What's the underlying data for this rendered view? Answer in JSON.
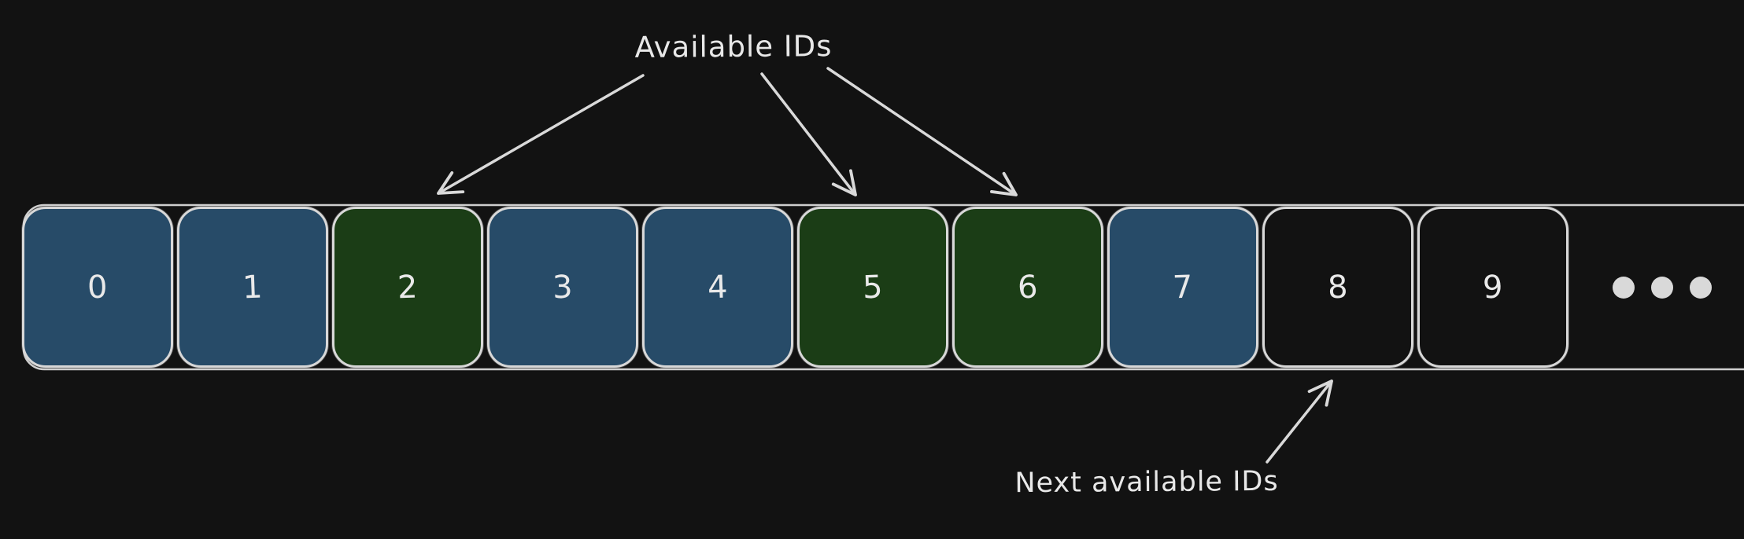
{
  "canvas": {
    "background": "#121212"
  },
  "labels": {
    "available": "Available IDs",
    "next_available": "Next available IDs"
  },
  "cells": [
    {
      "id": "0",
      "fill": "blue"
    },
    {
      "id": "1",
      "fill": "blue"
    },
    {
      "id": "2",
      "fill": "green"
    },
    {
      "id": "3",
      "fill": "blue"
    },
    {
      "id": "4",
      "fill": "blue"
    },
    {
      "id": "5",
      "fill": "green"
    },
    {
      "id": "6",
      "fill": "green"
    },
    {
      "id": "7",
      "fill": "blue"
    },
    {
      "id": "8",
      "fill": "none"
    },
    {
      "id": "9",
      "fill": "none"
    }
  ],
  "arrows": {
    "available_ids_point_to": [
      "2",
      "5",
      "6"
    ],
    "next_available_points_to": [
      "8"
    ]
  },
  "colors": {
    "blue": "#274b68",
    "green": "#1b3d16",
    "none": "transparent",
    "stroke": "#d9d9d9",
    "text": "#e8e8e8",
    "background": "#121212"
  },
  "ellipsis": {
    "dot_count": 3
  }
}
